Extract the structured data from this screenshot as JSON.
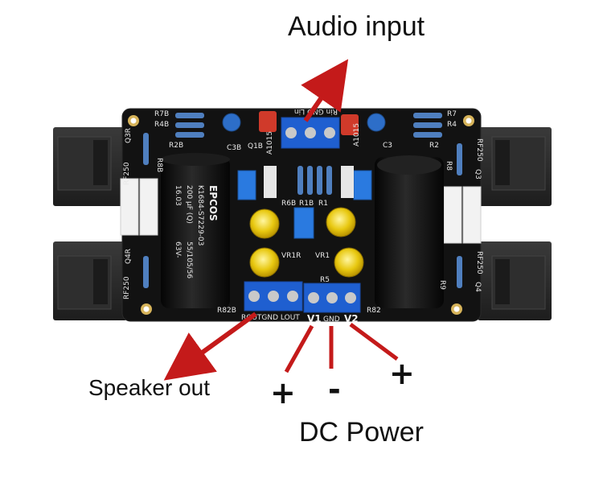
{
  "labels": {
    "audio_input": "Audio input",
    "speaker_out": "Speaker out",
    "dc_power": "DC Power",
    "plus_left": "+",
    "minus": "-",
    "plus_right": "+"
  },
  "board": {
    "output_terminal": "ROUTGND LOUT",
    "power_v1": "V1",
    "power_gnd": "GND",
    "power_v2": "V2",
    "input_terminal": "Rin GND Lin",
    "cap_brand": "EPCOS",
    "cap_part": "K1684-S7229-03",
    "cap_rating": "55/105/56",
    "cap_value": "200 μF (Q)",
    "cap_voltage": "63V-",
    "cap_code": "16.03",
    "transistor_left": "A1015",
    "transistor_right": "A1015",
    "q_left_top": "Q3R",
    "q_left_bottom": "Q4R",
    "q_right_top": "Q3",
    "q_right_bottom": "Q4",
    "rf_left_top": "RF250",
    "rf_left_bottom": "RF250",
    "rf_right_top": "RF250",
    "rf_right_bottom": "RF250",
    "r7b": "R7B",
    "r4b": "R4B",
    "r2b": "R2B",
    "r7": "R7",
    "r4": "R4",
    "r2": "R2",
    "c3b": "C3B",
    "c3": "C3",
    "q1b": "Q1B",
    "r8b": "R8B",
    "r8": "R8",
    "r6b": "R6B",
    "r1b": "R1B",
    "r1": "R1",
    "r82b": "R82B",
    "r82": "R82",
    "vr1r": "VR1R",
    "vr1": "VR1",
    "r5": "R5",
    "r9": "R9"
  },
  "colors": {
    "arrow": "#c41a1a",
    "pcb": "#121212",
    "terminal": "#1f5fd0",
    "heatsink": "#2b2b2b",
    "sandcap": "#f2f2f2",
    "bigcap": "#0e0e0e",
    "tantalum": "#d03a2a",
    "smallcap": "#f0d020"
  },
  "icons": [
    "arrow-icon"
  ]
}
